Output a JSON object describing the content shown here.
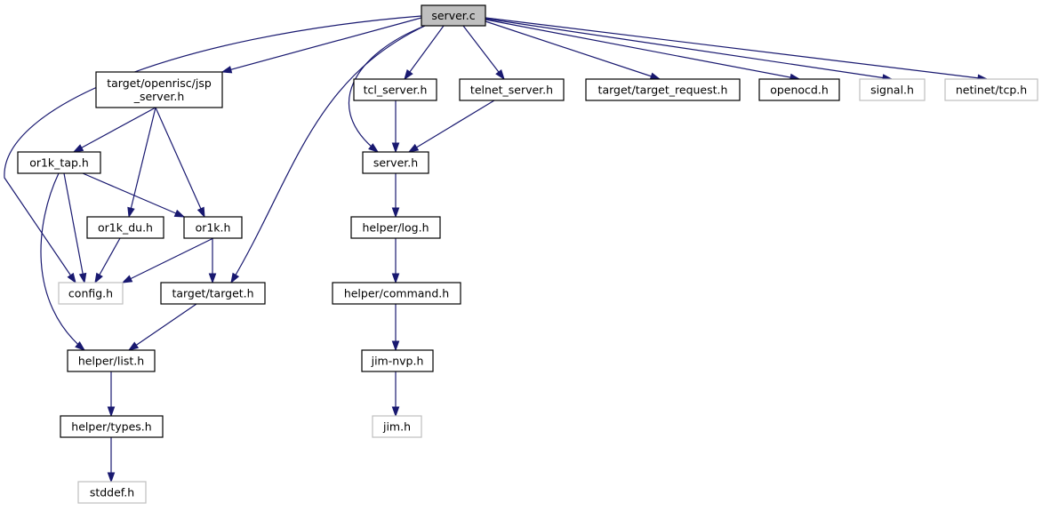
{
  "graph": {
    "colors": {
      "edge": "#191970",
      "node_border": "#000000",
      "missing_border": "#bfbfbf",
      "root_fill": "#bfbfbf",
      "node_fill": "#ffffff"
    },
    "nodes": [
      {
        "id": "server_c",
        "lines": [
          "server.c"
        ],
        "style": "root"
      },
      {
        "id": "jsp_server_h",
        "lines": [
          "target/openrisc/jsp",
          "_server.h"
        ],
        "style": "normal"
      },
      {
        "id": "tcl_server_h",
        "lines": [
          "tcl_server.h"
        ],
        "style": "normal"
      },
      {
        "id": "telnet_server_h",
        "lines": [
          "telnet_server.h"
        ],
        "style": "normal"
      },
      {
        "id": "target_request_h",
        "lines": [
          "target/target_request.h"
        ],
        "style": "normal"
      },
      {
        "id": "openocd_h",
        "lines": [
          "openocd.h"
        ],
        "style": "normal"
      },
      {
        "id": "signal_h",
        "lines": [
          "signal.h"
        ],
        "style": "missing"
      },
      {
        "id": "tcp_h",
        "lines": [
          "netinet/tcp.h"
        ],
        "style": "missing"
      },
      {
        "id": "or1k_tap_h",
        "lines": [
          "or1k_tap.h"
        ],
        "style": "normal"
      },
      {
        "id": "server_h",
        "lines": [
          "server.h"
        ],
        "style": "normal"
      },
      {
        "id": "or1k_du_h",
        "lines": [
          "or1k_du.h"
        ],
        "style": "normal"
      },
      {
        "id": "or1k_h",
        "lines": [
          "or1k.h"
        ],
        "style": "normal"
      },
      {
        "id": "log_h",
        "lines": [
          "helper/log.h"
        ],
        "style": "normal"
      },
      {
        "id": "config_h",
        "lines": [
          "config.h"
        ],
        "style": "missing"
      },
      {
        "id": "target_h",
        "lines": [
          "target/target.h"
        ],
        "style": "normal"
      },
      {
        "id": "command_h",
        "lines": [
          "helper/command.h"
        ],
        "style": "normal"
      },
      {
        "id": "list_h",
        "lines": [
          "helper/list.h"
        ],
        "style": "normal"
      },
      {
        "id": "jim_nvp_h",
        "lines": [
          "jim-nvp.h"
        ],
        "style": "normal"
      },
      {
        "id": "types_h",
        "lines": [
          "helper/types.h"
        ],
        "style": "normal"
      },
      {
        "id": "jim_h",
        "lines": [
          "jim.h"
        ],
        "style": "missing"
      },
      {
        "id": "stddef_h",
        "lines": [
          "stddef.h"
        ],
        "style": "missing"
      }
    ],
    "edges": [
      {
        "from": "server_c",
        "to": "jsp_server_h"
      },
      {
        "from": "server_c",
        "to": "tcl_server_h"
      },
      {
        "from": "server_c",
        "to": "telnet_server_h"
      },
      {
        "from": "server_c",
        "to": "target_request_h"
      },
      {
        "from": "server_c",
        "to": "openocd_h"
      },
      {
        "from": "server_c",
        "to": "signal_h"
      },
      {
        "from": "server_c",
        "to": "tcp_h"
      },
      {
        "from": "server_c",
        "to": "config_h"
      },
      {
        "from": "server_c",
        "to": "target_h"
      },
      {
        "from": "server_c",
        "to": "server_h"
      },
      {
        "from": "jsp_server_h",
        "to": "or1k_tap_h"
      },
      {
        "from": "jsp_server_h",
        "to": "or1k_du_h"
      },
      {
        "from": "jsp_server_h",
        "to": "or1k_h"
      },
      {
        "from": "tcl_server_h",
        "to": "server_h"
      },
      {
        "from": "telnet_server_h",
        "to": "server_h"
      },
      {
        "from": "or1k_tap_h",
        "to": "or1k_h"
      },
      {
        "from": "or1k_tap_h",
        "to": "config_h"
      },
      {
        "from": "or1k_tap_h",
        "to": "list_h"
      },
      {
        "from": "or1k_du_h",
        "to": "config_h"
      },
      {
        "from": "or1k_h",
        "to": "config_h"
      },
      {
        "from": "or1k_h",
        "to": "target_h"
      },
      {
        "from": "server_h",
        "to": "log_h"
      },
      {
        "from": "log_h",
        "to": "command_h"
      },
      {
        "from": "command_h",
        "to": "jim_nvp_h"
      },
      {
        "from": "jim_nvp_h",
        "to": "jim_h"
      },
      {
        "from": "target_h",
        "to": "list_h"
      },
      {
        "from": "list_h",
        "to": "types_h"
      },
      {
        "from": "types_h",
        "to": "stddef_h"
      }
    ]
  }
}
